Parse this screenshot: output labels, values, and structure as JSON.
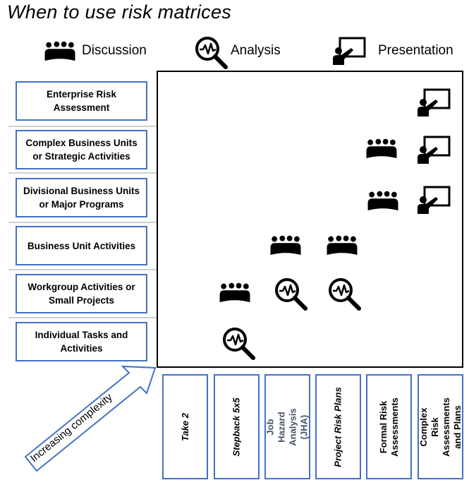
{
  "title": "When to use risk matrices",
  "legend": [
    {
      "label": "Discussion",
      "icon": "discussion-icon"
    },
    {
      "label": "Analysis",
      "icon": "analysis-icon"
    },
    {
      "label": "Presentation",
      "icon": "presentation-icon"
    }
  ],
  "rows": [
    {
      "label": "Enterprise Risk Assessment",
      "icons": [
        "presentation-icon"
      ]
    },
    {
      "label": "Complex Business Units or Strategic Activities",
      "icons": [
        "discussion-icon",
        "presentation-icon"
      ]
    },
    {
      "label": "Divisional Business Units or Major Programs",
      "icons": [
        "discussion-icon",
        "presentation-icon"
      ]
    },
    {
      "label": "Business Unit Activities",
      "icons": [
        "discussion-icon",
        "discussion-icon"
      ]
    },
    {
      "label": "Workgroup Activities or Small Projects",
      "icons": [
        "discussion-icon",
        "analysis-icon",
        "analysis-icon"
      ]
    },
    {
      "label": "Individual Tasks and Activities",
      "icons": [
        "analysis-icon"
      ]
    }
  ],
  "columns": [
    {
      "label": "Take 2",
      "style": "italic",
      "color": "#000000"
    },
    {
      "label": "Stepback 5x5",
      "style": "italic",
      "color": "#000000"
    },
    {
      "label": "Job Hazard Analysis (JHA)",
      "style": "normal",
      "color": "#44546a"
    },
    {
      "label": "Project Risk Plans",
      "style": "italic",
      "color": "#000000"
    },
    {
      "label": "Formal Risk Assessments",
      "style": "normal",
      "color": "#000000"
    },
    {
      "label": "Complex Risk Assessments and Plans",
      "style": "normal",
      "color": "#000000"
    }
  ],
  "axis_label": "Increasing complexity",
  "colors": {
    "box_border": "#4472c4",
    "arrow_border": "#4472c4",
    "separator": "#d0d0d0"
  }
}
